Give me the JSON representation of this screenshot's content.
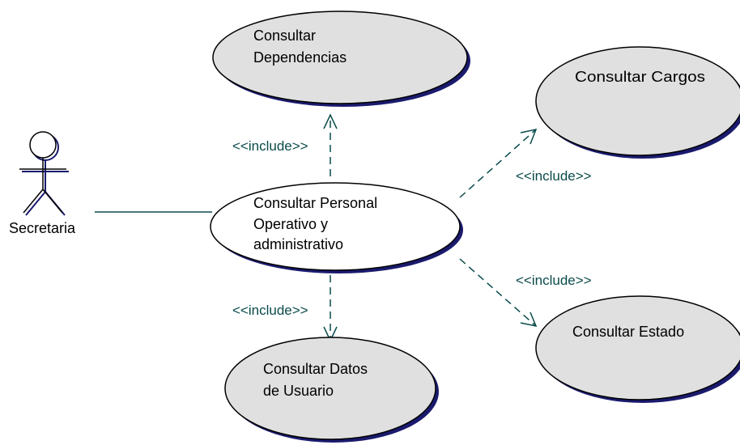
{
  "actor": {
    "name": "Secretaria"
  },
  "use_cases": {
    "main": {
      "lines": [
        "Consultar Personal",
        "Operativo y",
        "administrativo"
      ]
    },
    "dependencias": {
      "lines": [
        "Consultar",
        "Dependencias"
      ]
    },
    "cargos": {
      "lines": [
        "Consultar Cargos"
      ]
    },
    "datos_usuario": {
      "lines": [
        "Consultar Datos",
        "de Usuario"
      ]
    },
    "estado": {
      "lines": [
        "Consultar Estado"
      ]
    }
  },
  "relations": {
    "include_dependencias": "<<include>>",
    "include_cargos": "<<include>>",
    "include_datos": "<<include>>",
    "include_estado": "<<include>>"
  },
  "colors": {
    "ellipse_fill": "#e0e0e0",
    "ellipse_shadow": "#1a1a6e",
    "connector": "#0b4b4b"
  }
}
